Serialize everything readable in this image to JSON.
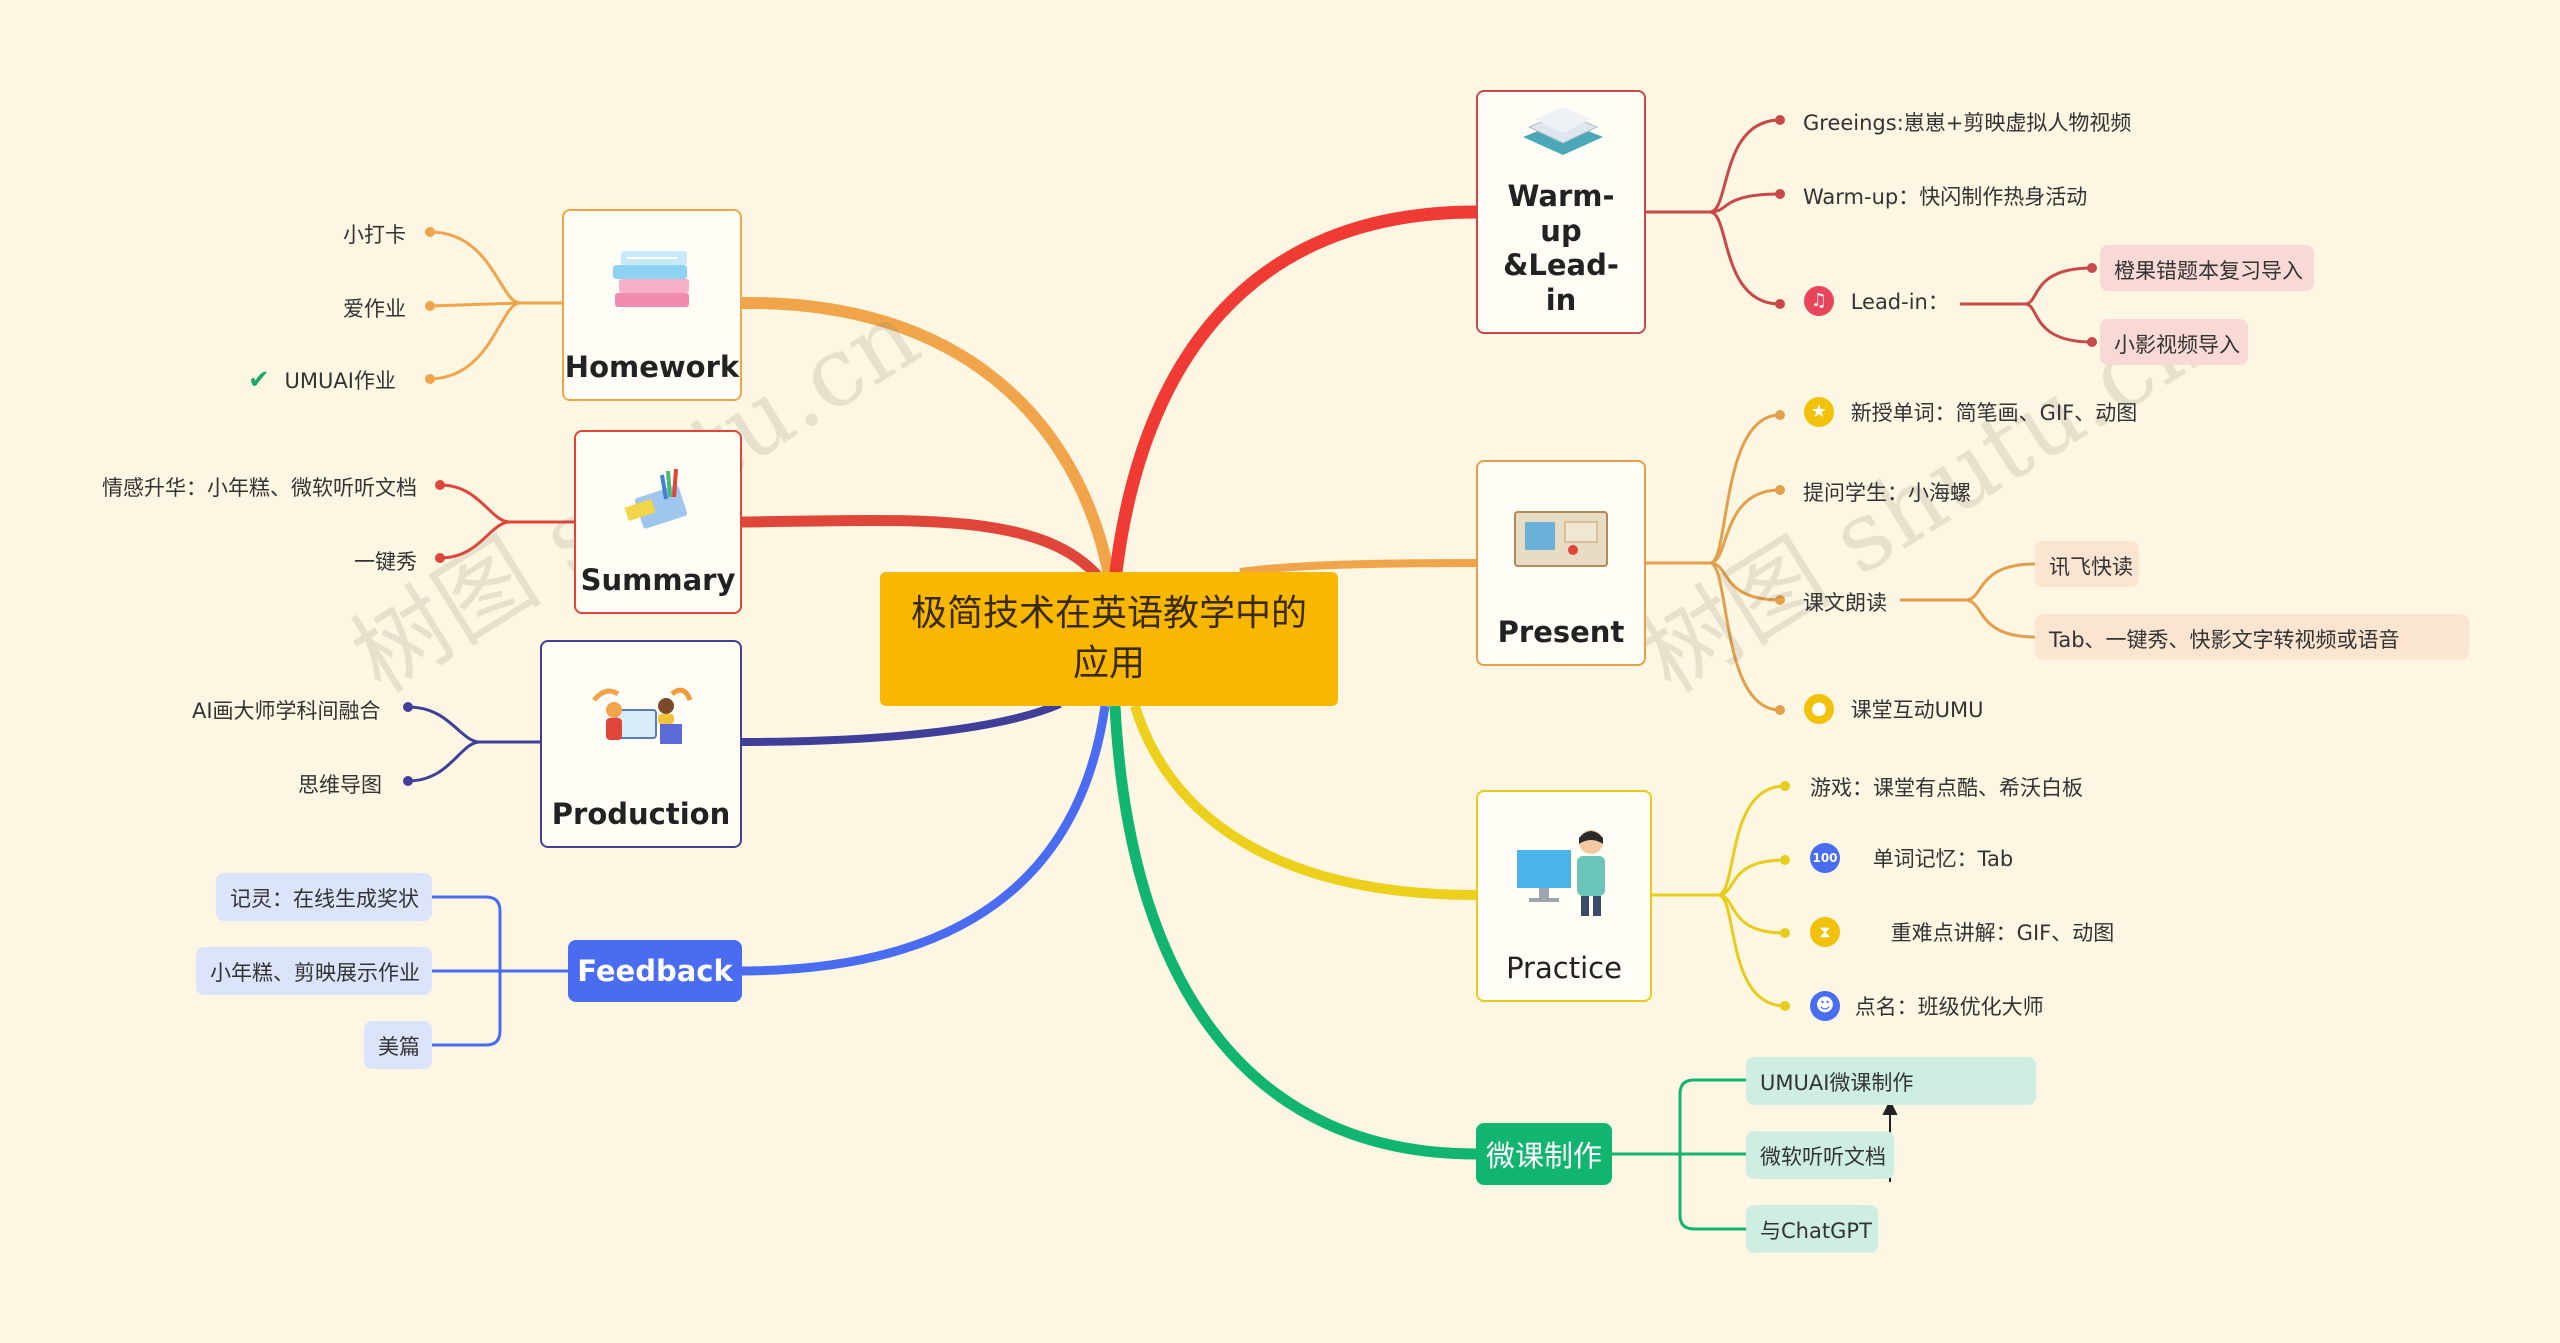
{
  "central": {
    "title": "极简技术在英语教学中的应用"
  },
  "left": {
    "homework": {
      "label": "Homework",
      "items": [
        "小打卡",
        "爱作业",
        "UMUAI作业"
      ]
    },
    "summary": {
      "label": "Summary",
      "items": [
        "情感升华：小年糕、微软听听文档",
        "一键秀"
      ]
    },
    "production": {
      "label": "Production",
      "items": [
        "AI画大师学科间融合",
        "思维导图"
      ]
    },
    "feedback": {
      "label": "Feedback",
      "items": [
        "记灵：在线生成奖状",
        "小年糕、剪映展示作业",
        "美篇"
      ]
    }
  },
  "right": {
    "warmup": {
      "label": "Warm-up &Lead-in",
      "items": [
        "Greeings:崽崽+剪映虚拟人物视频",
        "Warm-up：快闪制作热身活动",
        "Lead-in："
      ],
      "leadin_subitems": [
        "橙果错题本复习导入",
        "小影视频导入"
      ]
    },
    "present": {
      "label": "Present",
      "items": [
        "新授单词：简笔画、GIF、动图",
        "提问学生：小海螺",
        "课文朗读",
        "课堂互动UMU"
      ],
      "reading_subitems": [
        "讯飞快读",
        "Tab、一键秀、快影文字转视频或语音"
      ]
    },
    "practice": {
      "label": "Practice",
      "items": [
        "游戏：课堂有点酷、希沃白板",
        "单词记忆：Tab",
        "重难点讲解：GIF、动图",
        "点名：班级优化大师"
      ]
    },
    "microlesson": {
      "label": "微课制作",
      "items": [
        "UMUAI微课制作",
        "微软听听文档",
        "与ChatGPT"
      ]
    }
  },
  "watermark": {
    "text1": "树图 shutu.cn",
    "text2": "树图 shutu.cn"
  },
  "colors": {
    "homework": "#f0a54a",
    "summary": "#e0453a",
    "production": "#3f3f9a",
    "feedback": "#4a6cf0",
    "warmup": "#c94848",
    "present": "#e3a04a",
    "practice": "#e8cc1c",
    "microlesson": "#12b570",
    "central": "#f9b700",
    "background": "#fdf6e3"
  },
  "icons": {
    "umuai": "check-icon",
    "leadin": "bell-icon",
    "vocab": "star-icon",
    "umu": "bulb-icon",
    "memory": "badge-100-icon",
    "difficult": "hourglass-icon",
    "rollcall": "user-icon",
    "homework": "books-icon",
    "summary": "notebook-icon",
    "production": "teamwork-icon",
    "warmup": "laptop-icon",
    "present": "board-icon",
    "practice": "teacher-icon"
  }
}
